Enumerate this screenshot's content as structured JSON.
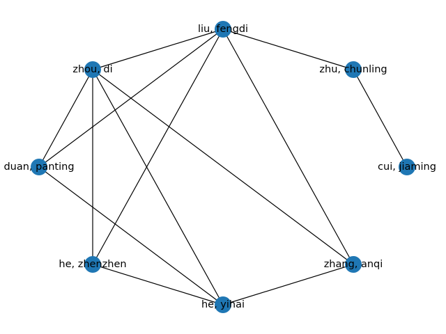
{
  "graph": {
    "node_color": "#1f77b4",
    "edge_color": "#000000",
    "nodes": [
      {
        "id": "liu",
        "label": "liu, fengdi"
      },
      {
        "id": "zhu",
        "label": "zhu, chunling"
      },
      {
        "id": "cui",
        "label": "cui, jiaming"
      },
      {
        "id": "zhang",
        "label": "zhang, anqi"
      },
      {
        "id": "he_yihai",
        "label": "he, yihai"
      },
      {
        "id": "he_zhenzhen",
        "label": "he, zhenzhen"
      },
      {
        "id": "duan",
        "label": "duan, panting"
      },
      {
        "id": "zhou",
        "label": "zhou, di"
      }
    ],
    "edges": [
      [
        "liu",
        "zhou"
      ],
      [
        "liu",
        "zhu"
      ],
      [
        "liu",
        "duan"
      ],
      [
        "liu",
        "he_zhenzhen"
      ],
      [
        "liu",
        "zhang"
      ],
      [
        "zhu",
        "cui"
      ],
      [
        "zhou",
        "duan"
      ],
      [
        "zhou",
        "he_zhenzhen"
      ],
      [
        "zhou",
        "he_yihai"
      ],
      [
        "zhou",
        "zhang"
      ],
      [
        "duan",
        "he_yihai"
      ],
      [
        "he_zhenzhen",
        "he_yihai"
      ],
      [
        "he_yihai",
        "zhang"
      ]
    ]
  }
}
